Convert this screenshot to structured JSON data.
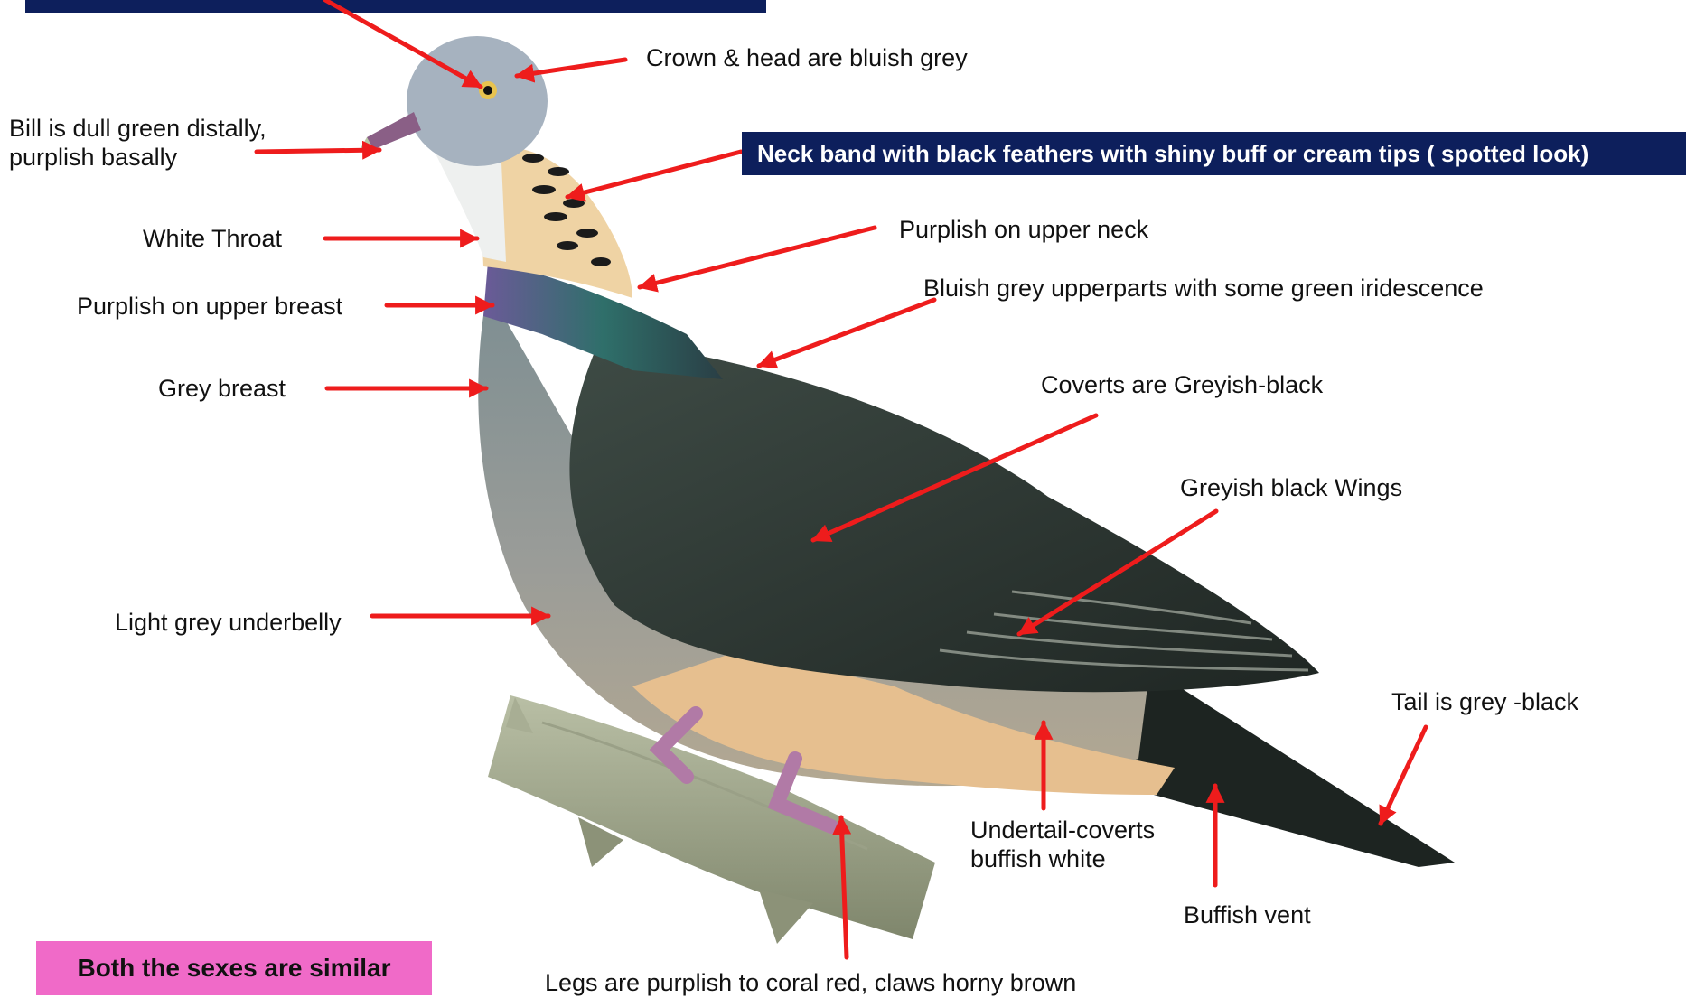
{
  "colors": {
    "arrow": "#ee1c1c",
    "banner_bg": "#0d1f5c",
    "banner_text": "#ffffff",
    "note_bg": "#f06ac8"
  },
  "banners": {
    "neck_band": "Neck band with black feathers with shiny buff or cream tips  ( spotted look)"
  },
  "labels": {
    "crown": "Crown & head are bluish grey",
    "bill": "Bill is dull green distally,\npurplish basally",
    "throat": "White Throat",
    "upper_breast": "Purplish on upper breast",
    "upper_neck": "Purplish on upper neck",
    "upperparts": "Bluish grey upperparts with some green iridescence",
    "grey_breast": "Grey breast",
    "coverts": "Coverts are  Greyish-black",
    "wings": "Greyish black Wings",
    "underbelly": "Light grey underbelly",
    "tail": "Tail is  grey -black",
    "undertail": "Undertail-coverts\nbuffish white",
    "vent": "Buffish vent",
    "legs": "Legs are  purplish to coral red, claws horny brown"
  },
  "note": "Both the sexes are similar"
}
